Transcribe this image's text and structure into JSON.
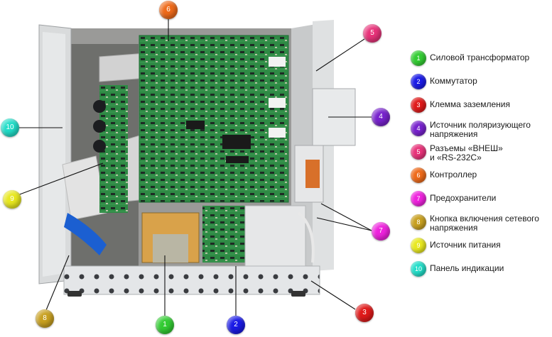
{
  "colors": {
    "1": "#33cc33",
    "2": "#1a1ae6",
    "3": "#e01a1a",
    "4": "#7722cc",
    "5": "#e8337a",
    "6": "#ee6a1a",
    "7": "#ee22dd",
    "8": "#c8a020",
    "9": "#e8e820",
    "10": "#22ddc8"
  },
  "markers": [
    {
      "num": "1"
    },
    {
      "num": "2"
    },
    {
      "num": "3"
    },
    {
      "num": "4"
    },
    {
      "num": "5"
    },
    {
      "num": "6"
    },
    {
      "num": "7"
    },
    {
      "num": "8"
    },
    {
      "num": "9"
    },
    {
      "num": "10"
    }
  ],
  "legend": [
    {
      "num": "1",
      "label": "Силовой трансформатор"
    },
    {
      "num": "2",
      "label": "Коммутатор"
    },
    {
      "num": "3",
      "label": "Клемма заземления"
    },
    {
      "num": "4",
      "label": "Источник поляризующего\nнапряжения"
    },
    {
      "num": "5",
      "label": "Разъемы «ВНЕШ»\nи «RS-232C»"
    },
    {
      "num": "6",
      "label": "Контроллер"
    },
    {
      "num": "7",
      "label": "Предохранители"
    },
    {
      "num": "8",
      "label": "Кнопка включения сетевого\nнапряжения"
    },
    {
      "num": "9",
      "label": "Источник питания"
    },
    {
      "num": "10",
      "label": "Панель индикации"
    }
  ]
}
